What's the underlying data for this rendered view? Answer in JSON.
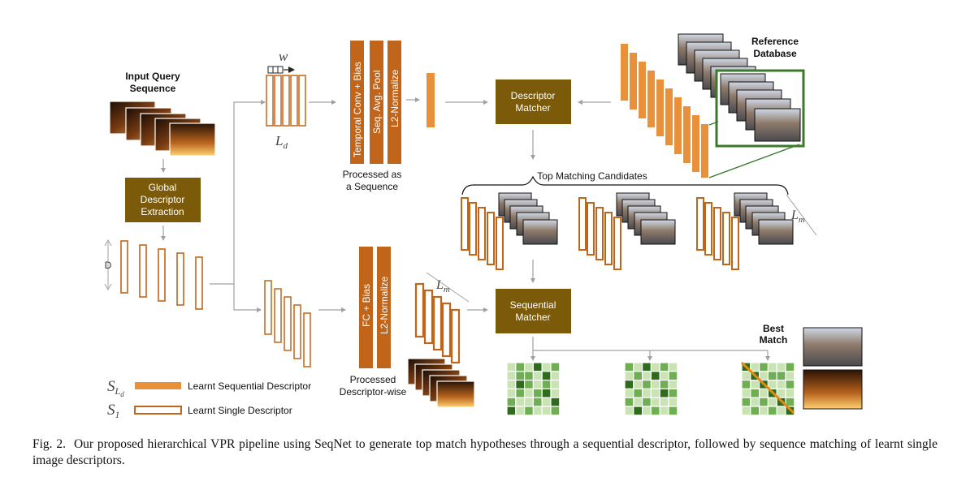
{
  "labels": {
    "input_query_1": "Input Query",
    "input_query_2": "Sequence",
    "global_desc_1": "Global",
    "global_desc_2": "Descriptor",
    "global_desc_3": "Extraction",
    "dim_d": "D",
    "window_w": "w",
    "len_ld_base": "L",
    "len_ld_sub": "d",
    "temporal_conv": "Temporal Conv + Bias",
    "seq_avg_pool": "Seq. Avg. Pool",
    "l2_norm_top": "L2-Normalize",
    "processed_seq_1": "Processed as",
    "processed_seq_2": "a Sequence",
    "desc_matcher_1": "Descriptor",
    "desc_matcher_2": "Matcher",
    "ref_db_1": "Reference",
    "ref_db_2": "Database",
    "top_matching": "Top Matching Candidates",
    "len_lm_base": "L",
    "len_lm_sub": "m",
    "fc_bias": "FC + Bias",
    "l2_norm_bot": "L2-Normalize",
    "processed_desc_1": "Processed",
    "processed_desc_2": "Descriptor-wise",
    "seq_matcher_1": "Sequential",
    "seq_matcher_2": "Matcher",
    "best_match_1": "Best",
    "best_match_2": "Match",
    "legend_seq_sym": "S",
    "legend_seq_sub": "L",
    "legend_seq_subsub": "d",
    "legend_seq_text": "Learnt Sequential Descriptor",
    "legend_single_sym": "S",
    "legend_single_sub": "1",
    "legend_single_text": "Learnt Single Descriptor"
  },
  "caption": {
    "fig_number": "Fig. 2.",
    "text": "Our proposed hierarchical VPR pipeline using SeqNet to generate top match hypotheses through a sequential descriptor, followed by sequence matching of learnt single image descriptors."
  },
  "colors": {
    "orange": "#E8913A",
    "dark_orange": "#C0651A",
    "olive": "#7B5A0A",
    "green_frame": "#3B7A2A",
    "arrow": "#A0A0A0",
    "grid_dark": "#2E6B1E",
    "grid_mid": "#6FAE52",
    "grid_light": "#C9E3B4"
  }
}
